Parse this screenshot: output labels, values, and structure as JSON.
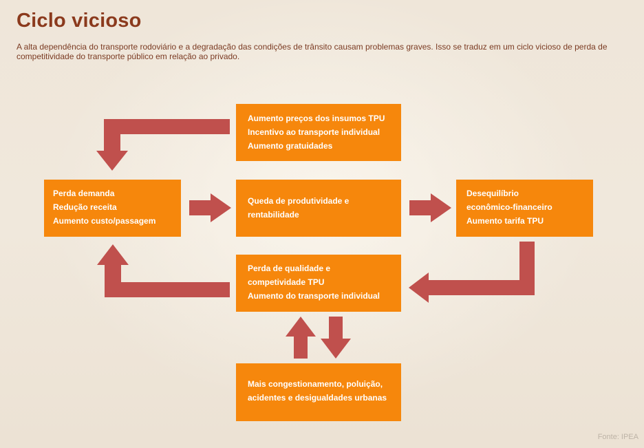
{
  "title": "Ciclo vicioso",
  "subtitle": "A alta dependência do transporte rodoviário e a degradação das condições de  trânsito causam problemas graves. Isso se traduz em um ciclo vicioso de perda de competitividade do transporte público em relação ao privado.",
  "colors": {
    "box": "#f6870c",
    "arrow": "#c0504d",
    "title": "#8b3a1d"
  },
  "boxes": {
    "top": {
      "lines": [
        "Aumento preços dos insumos TPU",
        "Incentivo ao transporte individual",
        "Aumento gratuidades"
      ]
    },
    "left": {
      "lines": [
        "Perda demanda",
        "Redução receita",
        "Aumento custo/passagem"
      ]
    },
    "center": {
      "lines": [
        "Queda de produtividade e",
        "rentabilidade"
      ]
    },
    "right": {
      "lines": [
        "Desequilíbrio",
        "econômico-financeiro",
        "Aumento tarifa TPU"
      ]
    },
    "middle": {
      "lines": [
        "Perda de qualidade e",
        "competividade TPU",
        "Aumento do transporte individual"
      ]
    },
    "bottom": {
      "lines": [
        "Mais congestionamento, poluição,",
        "acidentes e desigualdades urbanas"
      ]
    }
  },
  "source": "Fonte: IPEA"
}
